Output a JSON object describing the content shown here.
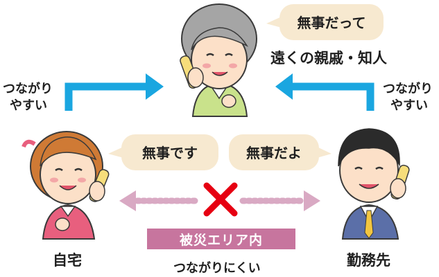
{
  "nodes": {
    "relative": {
      "label": "遠くの親戚・知人",
      "speech": "無事だって"
    },
    "home": {
      "label": "自宅",
      "speech": "無事です"
    },
    "work": {
      "label": "勤務先",
      "speech": "無事だよ"
    }
  },
  "links": {
    "left": {
      "label_line1": "つながり",
      "label_line2": "やすい"
    },
    "right": {
      "label_line1": "つながり",
      "label_line2": "やすい"
    },
    "bottom": {
      "zone": "被災エリア内",
      "label": "つながりにくい"
    }
  },
  "colors": {
    "easy_arrow": "#1aa6e0",
    "hard_arrow": "#d9a9c3",
    "cross": "#e60012",
    "zone_band": "#c7759e",
    "bubble": "#f7e9d0"
  }
}
